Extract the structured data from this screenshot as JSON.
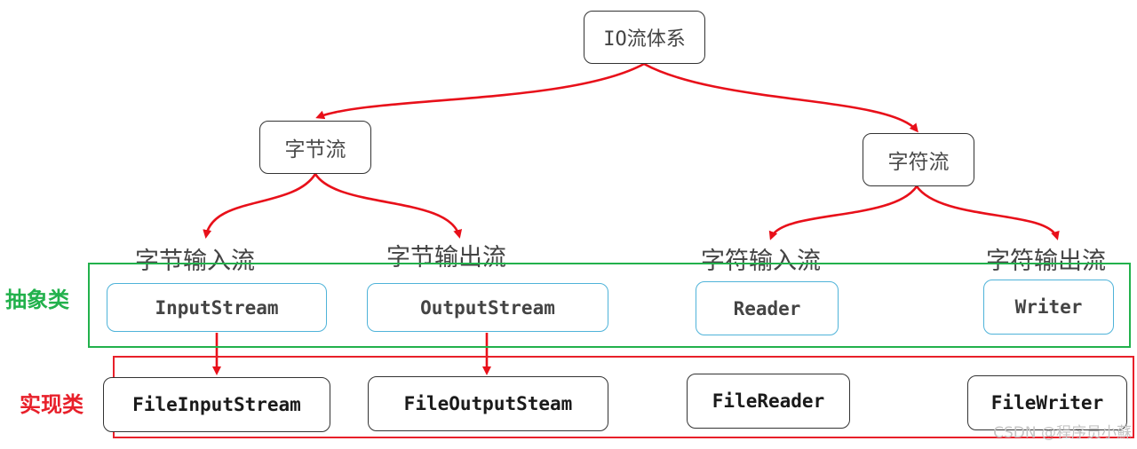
{
  "diagram": {
    "root": "IO流体系",
    "branches": {
      "byte": "字节流",
      "char": "字符流"
    },
    "categories": {
      "byte_input": "字节输入流",
      "byte_output": "字节输出流",
      "char_input": "字符输入流",
      "char_output": "字符输出流"
    },
    "abstract_classes": {
      "label": "抽象类",
      "label_color": "#22b14c",
      "frame_color": "#22b14c",
      "items": [
        "InputStream",
        "OutputStream",
        "Reader",
        "Writer"
      ]
    },
    "implementation_classes": {
      "label": "实现类",
      "label_color": "#e8202a",
      "frame_color": "#e8202a",
      "items": [
        "FileInputStream",
        "FileOutputSteam",
        "FileReader",
        "FileWriter"
      ]
    },
    "arrow_color": "#e8101a",
    "class_box_border_color": "#4fb3d9"
  },
  "watermark": "CSDN @程序员小蘇"
}
